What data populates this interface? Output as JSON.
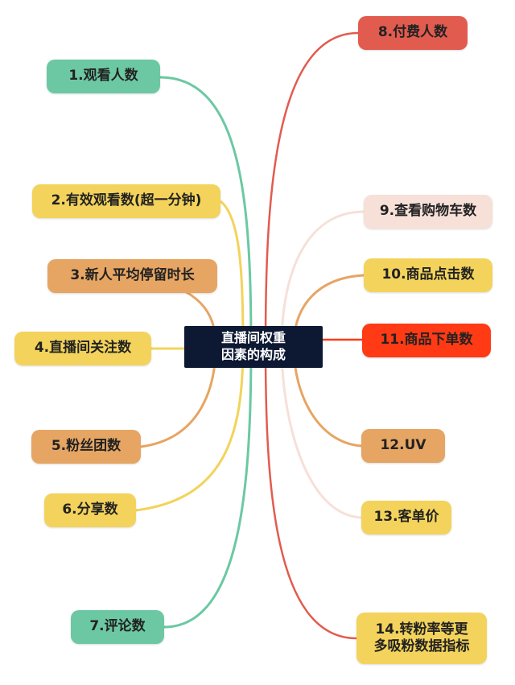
{
  "center": {
    "label": "直播间权重\n因素的构成"
  },
  "colors": {
    "green": "#6cc8a3",
    "yellow": "#f3d35b",
    "orange": "#e6a563",
    "red_border": "#e25b4f",
    "red_fill": "#ff3a14",
    "pink": "#f7e0d8",
    "center_bg": "#0d1833"
  },
  "nodes": [
    {
      "id": "n1",
      "label": "1.观看人数"
    },
    {
      "id": "n2",
      "label": "2.有效观看数(超一分钟)"
    },
    {
      "id": "n3",
      "label": "3.新人平均停留时长"
    },
    {
      "id": "n4",
      "label": "4.直播间关注数"
    },
    {
      "id": "n5",
      "label": "5.粉丝团数"
    },
    {
      "id": "n6",
      "label": "6.分享数"
    },
    {
      "id": "n7",
      "label": "7.评论数"
    },
    {
      "id": "n8",
      "label": "8.付费人数"
    },
    {
      "id": "n9",
      "label": "9.查看购物车数"
    },
    {
      "id": "n10",
      "label": "10.商品点击数"
    },
    {
      "id": "n11",
      "label": "11.商品下单数"
    },
    {
      "id": "n12",
      "label": "12.UV"
    },
    {
      "id": "n13",
      "label": "13.客单价"
    },
    {
      "id": "n14",
      "label": "14.转粉率等更\n多吸粉数据指标"
    }
  ]
}
